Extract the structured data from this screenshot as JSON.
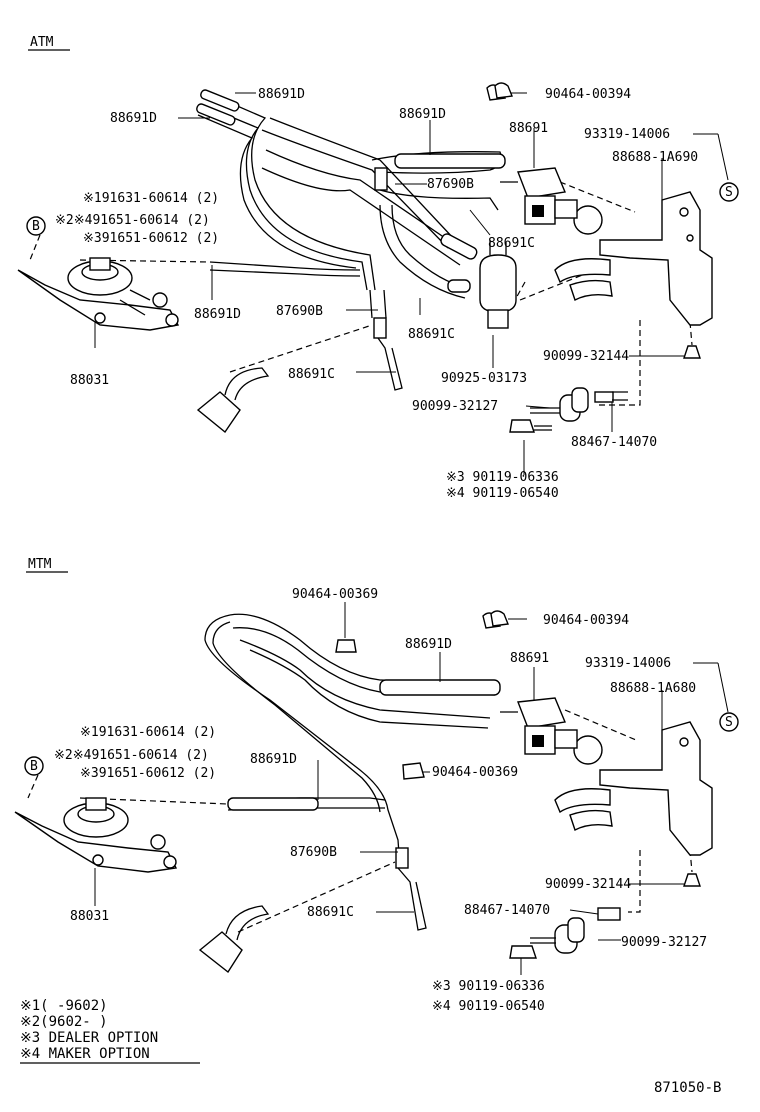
{
  "sections": {
    "atm": {
      "heading": "ATM",
      "labels": {
        "p88691d_a": "88691D",
        "p88691d_b": "88691D",
        "p88691d_c": "88691D",
        "p88691d_d": "88691D",
        "p90464_00394": "90464-00394",
        "p88691": "88691",
        "p93319": "93319-14006",
        "p88688": "88688-1A690",
        "p87690b_a": "87690B",
        "p87690b_b": "87690B",
        "p88691c_a": "88691C",
        "p88691c_b": "88691C",
        "p88691c_c": "88691C",
        "note1": "※191631-60614 (2)",
        "note2": "※2※491651-60614 (2)",
        "note3": "※391651-60612 (2)",
        "p88031": "88031",
        "p90925": "90925-03173",
        "p90099_32144": "90099-32144",
        "p90099_32127": "90099-32127",
        "p88467": "88467-14070",
        "p90119_06336": "※3 90119-06336",
        "p90119_06540": "※4 90119-06540",
        "circle_b": "B",
        "circle_s": "S"
      }
    },
    "mtm": {
      "heading": "MTM",
      "labels": {
        "p90464_00369_a": "90464-00369",
        "p90464_00394": "90464-00394",
        "p88691d_a": "88691D",
        "p88691": "88691",
        "p93319": "93319-14006",
        "p88688": "88688-1A680",
        "note1": "※191631-60614 (2)",
        "note2": "※2※491651-60614 (2)",
        "note3": "※391651-60612 (2)",
        "p88691d_b": "88691D",
        "p90464_00369_b": "90464-00369",
        "p87690b": "87690B",
        "p88691c": "88691C",
        "p88031": "88031",
        "p90099_32144": "90099-32144",
        "p88467": "88467-14070",
        "p90099_32127": "90099-32127",
        "p90119_06336": "※3  90119-06336",
        "p90119_06540": "※4  90119-06540",
        "circle_b": "B",
        "circle_s": "S"
      }
    }
  },
  "legend": {
    "l1": "※1(     -9602)",
    "l2": "※2(9602-     )",
    "l3": "※3 DEALER OPTION",
    "l4": "※4 MAKER OPTION"
  },
  "figure_code": "871050-B"
}
